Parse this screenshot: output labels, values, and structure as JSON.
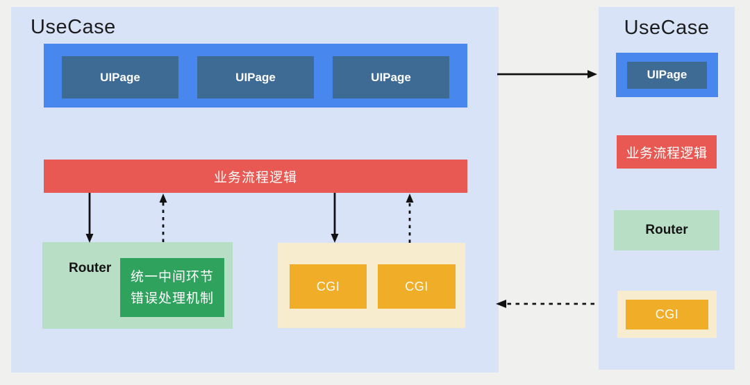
{
  "colors": {
    "background": "#f0f0ee",
    "panel_blue": "#d8e3f8",
    "bright_blue": "#4887ee",
    "slate_blue": "#3e6b94",
    "red": "#e75952",
    "light_green": "#b8dec6",
    "dark_green": "#2fa25d",
    "cream": "#f8ecce",
    "orange": "#f0ad27",
    "arrow": "#111111"
  },
  "left_panel": {
    "title": "UseCase",
    "uipages": [
      "UIPage",
      "UIPage",
      "UIPage"
    ],
    "process_bar_label": "业务流程逻辑",
    "router_label": "Router",
    "error_box": {
      "line1": "统一中间环节",
      "line2": "错误处理机制"
    },
    "cgi_labels": [
      "CGI",
      "CGI"
    ]
  },
  "right_panel": {
    "title": "UseCase",
    "uipage_label": "UIPage",
    "process_label": "业务流程逻辑",
    "router_label": "Router",
    "cgi_label": "CGI"
  }
}
